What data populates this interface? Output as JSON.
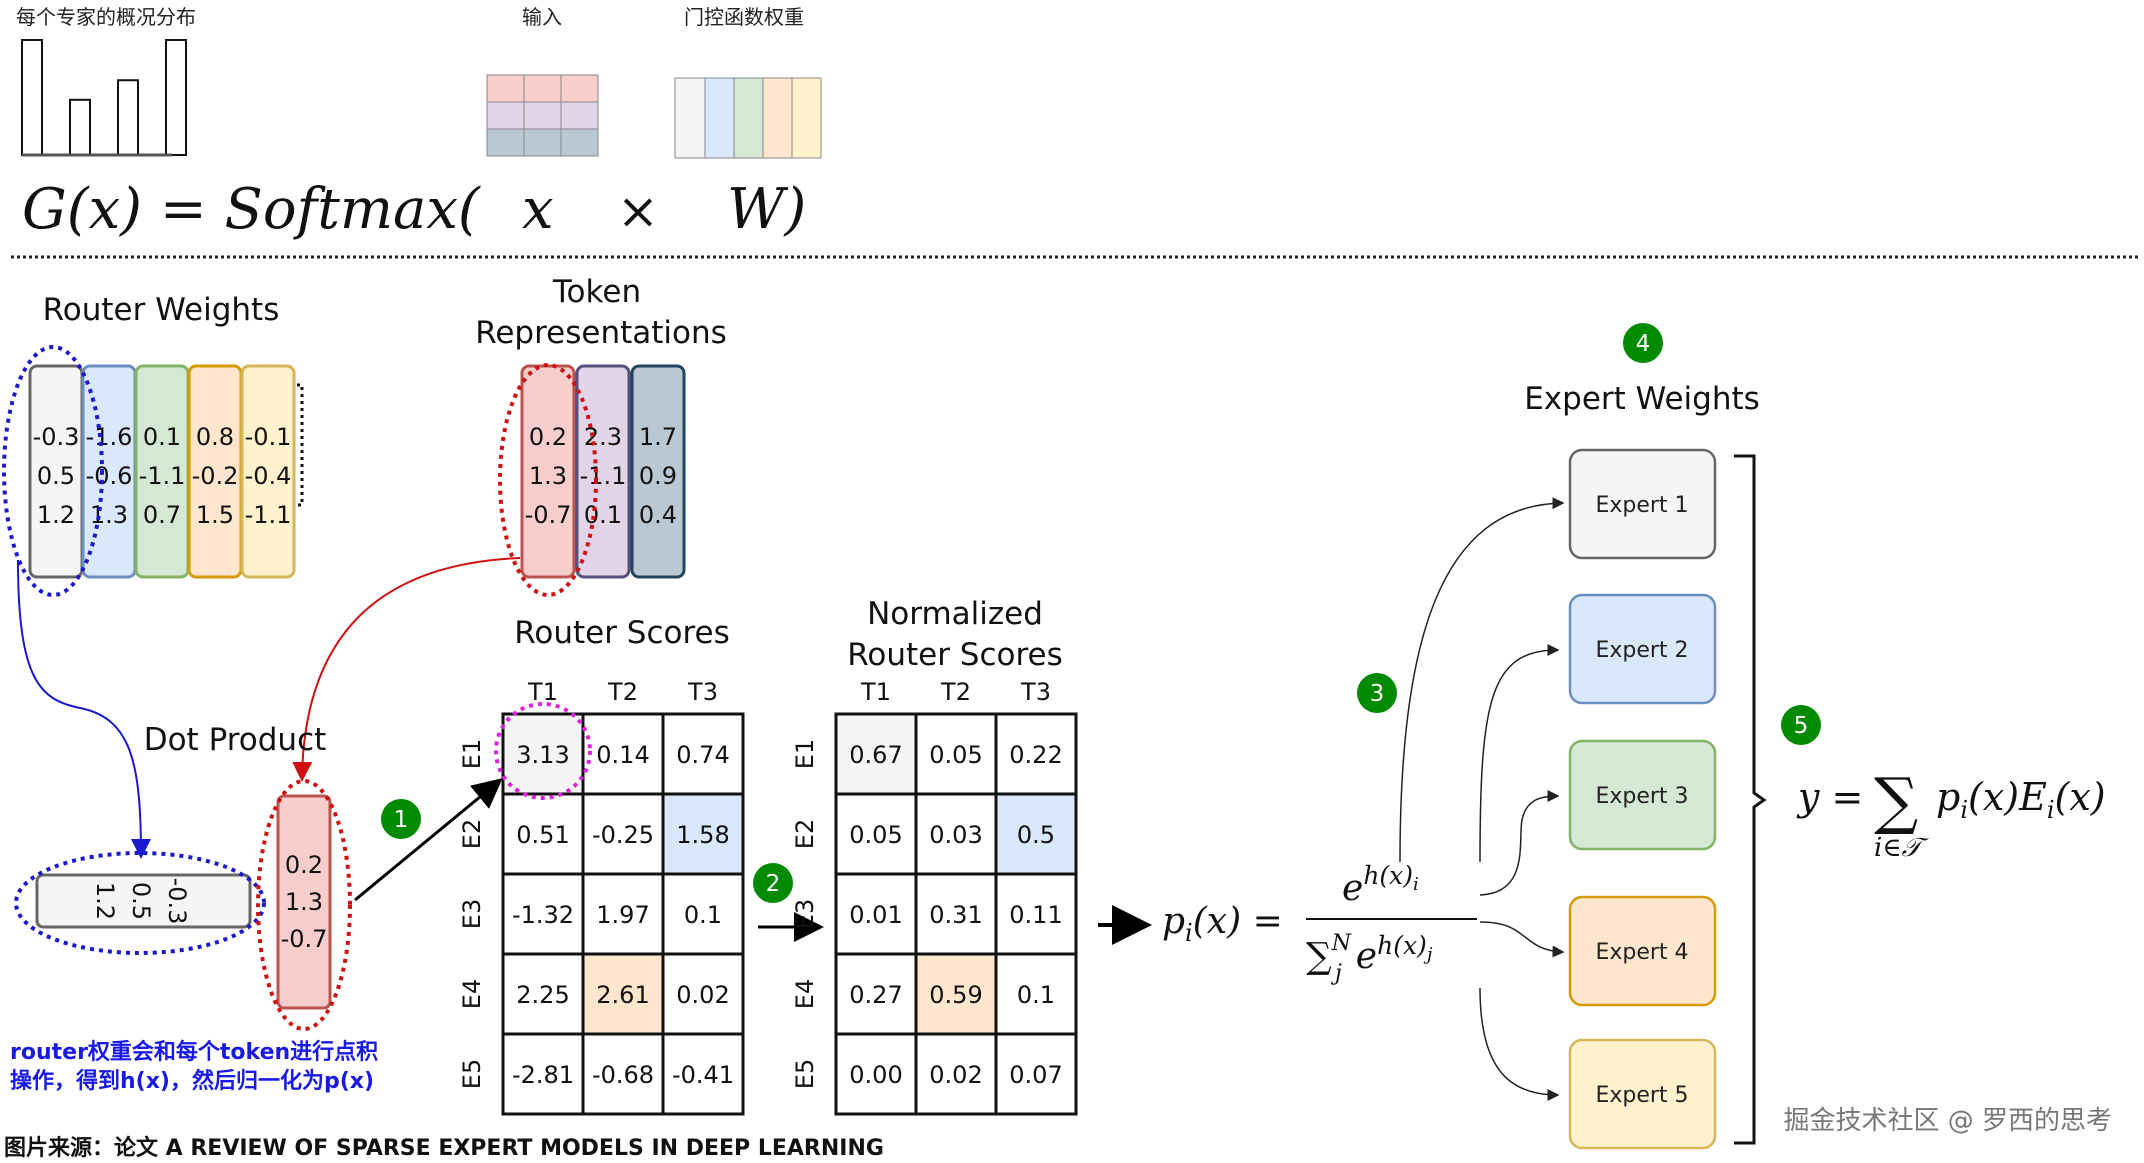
{
  "top": {
    "distribution_label": "每个专家的概况分布",
    "distribution_bars": [
      1.0,
      0.48,
      0.65,
      1.0
    ],
    "input_label": "输入",
    "input_colors": [
      "#f8cecc",
      "#e1d5e7",
      "#bac8d3"
    ],
    "gate_label": "门控函数权重",
    "gate_colors": [
      "#f5f5f5",
      "#dae8fc",
      "#d5e8d4",
      "#ffe6cc",
      "#fff2cc"
    ],
    "formula": {
      "lhs": "G(x) = Softmax(",
      "x": "x",
      "times": "×",
      "w": "W)"
    }
  },
  "router_weights": {
    "title": "Router Weights",
    "columns": [
      {
        "values": [
          "-0.3",
          "0.5",
          "1.2"
        ],
        "fill": "#f5f5f5",
        "stroke": "#666666"
      },
      {
        "values": [
          "-1.6",
          "-0.6",
          "1.3"
        ],
        "fill": "#dae8fc",
        "stroke": "#6c8ebf"
      },
      {
        "values": [
          "0.1",
          "-1.1",
          "0.7"
        ],
        "fill": "#d5e8d4",
        "stroke": "#82b366"
      },
      {
        "values": [
          "0.8",
          "-0.2",
          "1.5"
        ],
        "fill": "#ffe6cc",
        "stroke": "#d79b00"
      },
      {
        "values": [
          "-0.1",
          "-0.4",
          "-1.1"
        ],
        "fill": "#fff2cc",
        "stroke": "#d6b656"
      }
    ]
  },
  "token_representations": {
    "title_line1": "Token",
    "title_line2": "Representations",
    "columns": [
      {
        "values": [
          "0.2",
          "1.3",
          "-0.7"
        ],
        "fill": "#f8cecc",
        "stroke": "#b85450"
      },
      {
        "values": [
          "2.3",
          "-1.1",
          "0.1"
        ],
        "fill": "#e1d5e7",
        "stroke": "#56517e"
      },
      {
        "values": [
          "1.7",
          "0.9",
          "0.4"
        ],
        "fill": "#bac8d3",
        "stroke": "#23445d"
      }
    ]
  },
  "dot_product": {
    "title": "Dot Product",
    "router_vector": [
      "-0.3",
      "0.5",
      "1.2"
    ],
    "token_vector": [
      "0.2",
      "1.3",
      "-0.7"
    ]
  },
  "caption": {
    "line1": "router权重会和每个token进行点积",
    "line2": "操作，得到h(x)，然后归一化为p(x)",
    "color": "#1a1ae6"
  },
  "router_scores": {
    "title": "Router Scores",
    "columns": [
      "T1",
      "T2",
      "T3"
    ],
    "rows": [
      "E1",
      "E2",
      "E3",
      "E4",
      "E5"
    ],
    "values": [
      [
        "3.13",
        "0.14",
        "0.74"
      ],
      [
        "0.51",
        "-0.25",
        "1.58"
      ],
      [
        "-1.32",
        "1.97",
        "0.1"
      ],
      [
        "2.25",
        "2.61",
        "0.02"
      ],
      [
        "-2.81",
        "-0.68",
        "-0.41"
      ]
    ]
  },
  "normalized_scores": {
    "title_line1": "Normalized",
    "title_line2": "Router Scores",
    "columns": [
      "T1",
      "T2",
      "T3"
    ],
    "rows": [
      "E1",
      "E2",
      "E3",
      "E4",
      "E5"
    ],
    "values": [
      [
        "0.67",
        "0.05",
        "0.22"
      ],
      [
        "0.05",
        "0.03",
        "0.5"
      ],
      [
        "0.01",
        "0.31",
        "0.11"
      ],
      [
        "0.27",
        "0.59",
        "0.1"
      ],
      [
        "0.00",
        "0.02",
        "0.07"
      ]
    ]
  },
  "highlights": {
    "gray": "#f5f5f5",
    "blue": "#dae8fc",
    "orange": "#ffe6cc"
  },
  "steps": [
    "1",
    "2",
    "3",
    "4",
    "5"
  ],
  "step_color": "#008a00",
  "softmax_formula": {
    "lhs": "p",
    "lhs_sub": "i",
    "lhs_arg": "(x) =",
    "num": "e",
    "num_sup": "h(x)",
    "num_sup_sub": "i",
    "den_sum": "∑",
    "den_sup": "N",
    "den_sub": "j",
    "den": "e",
    "den_sup2": "h(x)",
    "den_sup2_sub": "j"
  },
  "expert_weights": {
    "title": "Expert Weights",
    "experts": [
      {
        "label": "Expert 1",
        "fill": "#f5f5f5",
        "stroke": "#666666"
      },
      {
        "label": "Expert 2",
        "fill": "#dae8fc",
        "stroke": "#6c8ebf"
      },
      {
        "label": "Expert 3",
        "fill": "#d5e8d4",
        "stroke": "#82b366"
      },
      {
        "label": "Expert 4",
        "fill": "#ffe6cc",
        "stroke": "#d79b00"
      },
      {
        "label": "Expert 5",
        "fill": "#fff2cc",
        "stroke": "#d6b656"
      }
    ]
  },
  "output_formula": {
    "y": "y =",
    "sum": "∑",
    "body": "p",
    "body_sub": "i",
    "body_rest": "(x)E",
    "body_sub2": "i",
    "body_end": "(x)",
    "below": "i∈𝒯"
  },
  "watermark": "掘金技术社区 @ 罗西的思考",
  "footer": "图片来源：论文 A REVIEW OF SPARSE EXPERT MODELS IN DEEP LEARNING"
}
